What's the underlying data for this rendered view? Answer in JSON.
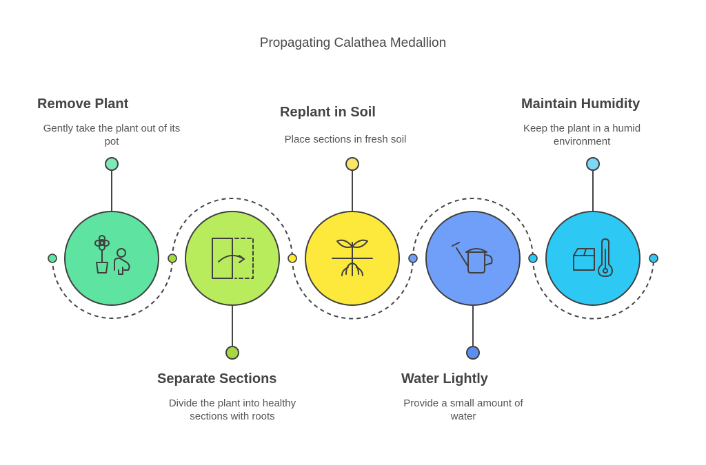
{
  "title": "Propagating Calathea Medallion",
  "steps": [
    {
      "heading": "Remove Plant",
      "description": "Gently take the plant out of its pot",
      "icon": "plant-and-person-icon",
      "color": "#5fe3a1",
      "dot": "#7ee8b7"
    },
    {
      "heading": "Separate Sections",
      "description": "Divide the plant into healthy sections with roots",
      "icon": "divide-sections-icon",
      "color": "#b9ec5c",
      "dot": "#a6d843"
    },
    {
      "heading": "Replant in Soil",
      "description": "Place sections in fresh soil",
      "icon": "sprout-roots-icon",
      "color": "#fde93b",
      "dot": "#fbe66a"
    },
    {
      "heading": "Water Lightly",
      "description": "Provide a small amount of water",
      "icon": "watering-can-icon",
      "color": "#6f9ff8",
      "dot": "#5b8ef0"
    },
    {
      "heading": "Maintain Humidity",
      "description": "Keep the plant in a humid environment",
      "icon": "box-thermometer-icon",
      "color": "#2ec8f5",
      "dot": "#7fd6f5"
    }
  ],
  "colors": {
    "outline": "#3f3f3f",
    "background": "#ffffff"
  }
}
